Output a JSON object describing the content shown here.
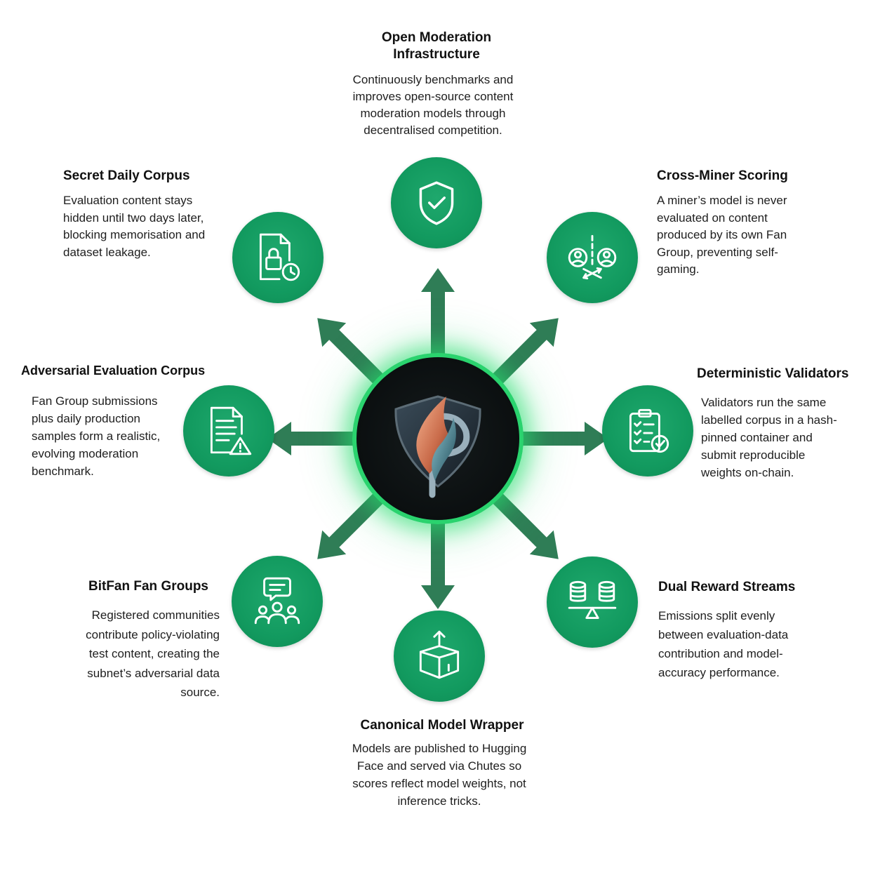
{
  "colors": {
    "node_green": "#129a5f",
    "arrow_green": "#2f7d56",
    "hub_ring": "#2ad36e",
    "hub_background": "#0b0f10"
  },
  "hub": {
    "icon": "flame-shield-logo-icon"
  },
  "nodes": {
    "top": {
      "title": "Open Moderation Infrastructure",
      "title_line1": "Open Moderation",
      "title_line2": "Infrastructure",
      "description": "Continuously benchmarks and improves open-source content moderation models through decentralised competition.",
      "icon": "shield-check-icon"
    },
    "top_right": {
      "title": "Cross-Miner Scoring",
      "description": "A miner’s model is never evaluated on content produced by its own Fan Group, preventing self-gaming.",
      "icon": "cross-miner-users-icon"
    },
    "right": {
      "title": "Deterministic Validators",
      "description": "Validators run the same labelled corpus in a hash-pinned container and submit reproducible weights on-chain.",
      "icon": "clipboard-checklist-icon"
    },
    "bottom_right": {
      "title": "Dual Reward Streams",
      "description": "Emissions split evenly between evaluation-data contribution and model-accuracy performance.",
      "icon": "balance-scale-icon"
    },
    "bottom": {
      "title": "Canonical Model Wrapper",
      "description": "Models are published to Hugging Face and served via Chutes so scores reflect model weights, not inference tricks.",
      "icon": "package-box-icon"
    },
    "bottom_left": {
      "title": "BitFan Fan Groups",
      "description": "Registered communities contribute policy-violating test content, creating the subnet’s adversarial data source.",
      "icon": "community-chat-icon"
    },
    "left": {
      "title": "Adversarial Evaluation Corpus",
      "description": "Fan Group submissions plus daily production samples form a realistic, evolving moderation benchmark.",
      "icon": "document-warning-icon"
    },
    "top_left": {
      "title": "Secret Daily Corpus",
      "description": "Evaluation content stays hidden until two days later, blocking memorisation and dataset leakage.",
      "icon": "locked-file-clock-icon"
    }
  }
}
